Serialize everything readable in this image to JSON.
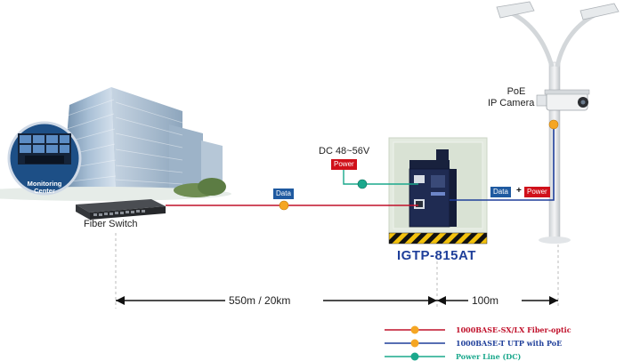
{
  "labels": {
    "monitoring_center": "Monitoring Center",
    "fiber_switch": "Fiber Switch",
    "dc_input": "DC 48~56V",
    "power_tag": "Power",
    "data_tag_left": "Data",
    "data_tag_right": "Data",
    "plus": "+",
    "power_tag_right": "Power",
    "device_name": "IGTP-815AT",
    "camera_line1": "PoE",
    "camera_line2": "IP Camera",
    "distance_left": "550m / 20km",
    "distance_right": "100m"
  },
  "legend": [
    {
      "label": "1000BASE-SX/LX Fiber-optic",
      "color": "#c0102a",
      "dot": "#f5a623"
    },
    {
      "label": "1000BASE-T UTP with PoE",
      "color": "#1f3f9a",
      "dot": "#f5a623"
    },
    {
      "label": "Power Line (DC)",
      "color": "#1aa88c",
      "dot": "#1aa88c"
    }
  ],
  "colors": {
    "fiber": "#c0102a",
    "utp": "#1f3f9a",
    "power_line": "#1aa88c",
    "device_blue": "#1f3f9a",
    "tag_blue": "#1f5aa0",
    "tag_red": "#d0101a"
  }
}
